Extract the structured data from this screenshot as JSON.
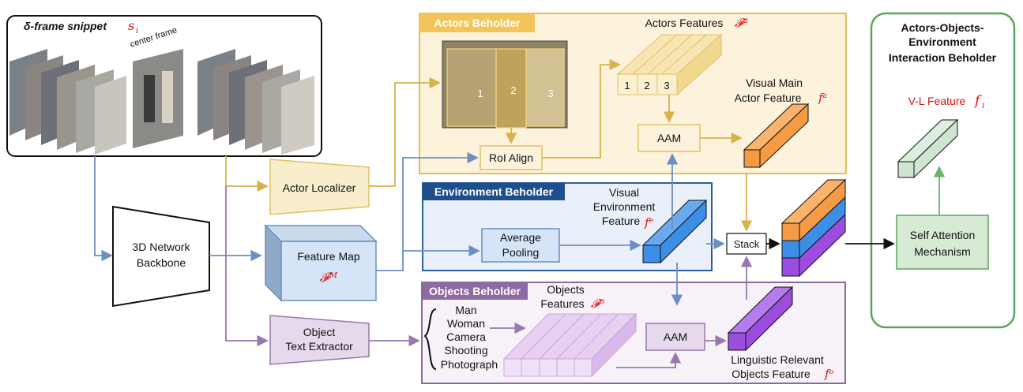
{
  "snippet": {
    "title": "δ-frame snippet",
    "symbol": "s",
    "subscript": "i",
    "center_label": "center frame"
  },
  "backbone": {
    "line1": "3D Network",
    "line2": "Backbone"
  },
  "feature_map": {
    "label": "Feature Map",
    "symbol": "𝓕ᴹ"
  },
  "actor_localizer": {
    "label": "Actor Localizer"
  },
  "object_text_extractor": {
    "line1": "Object",
    "line2": "Text Extractor"
  },
  "actors_beholder": {
    "title": "Actors Beholder",
    "features_label": "Actors Features",
    "features_symbol": "𝓕ᵃ",
    "cells": [
      "1",
      "2",
      "3"
    ],
    "frame_labels": [
      "1",
      "2",
      "3"
    ],
    "roi_align": "RoI Align",
    "aam": "AAM",
    "main_feature_line1": "Visual Main",
    "main_feature_line2": "Actor Feature",
    "main_feature_symbol": "fᵃ"
  },
  "environment_beholder": {
    "title": "Environment Beholder",
    "avg_line1": "Average",
    "avg_line2": "Pooling",
    "feature_line1": "Visual",
    "feature_line2": "Environment",
    "feature_line3": "Feature",
    "feature_symbol": "fᵉ"
  },
  "objects_beholder": {
    "title": "Objects Beholder",
    "features_line1": "Objects",
    "features_line2": "Features",
    "features_symbol": "𝓕ᵒ",
    "objects": [
      "Man",
      "Woman",
      "Camera",
      "Shooting",
      "Photograph"
    ],
    "aam": "AAM",
    "feature_line1": "Linguistic Relevant",
    "feature_line2": "Objects Feature",
    "feature_symbol": "fᵒ"
  },
  "stack": {
    "label": "Stack"
  },
  "interaction_beholder": {
    "title_line1": "Actors-Objects-",
    "title_line2": "Environment",
    "title_line3": "Interaction Beholder",
    "vl_label": "V-L Feature",
    "vl_symbol": "f",
    "vl_subscript": "i",
    "attention_line1": "Self Attention",
    "attention_line2": "Mechanism"
  },
  "colors": {
    "actors": "#e6bd55",
    "actors_fill": "#fdf3dc",
    "environment": "#2f5e9e",
    "environment_fill": "#e9f0fa",
    "objects": "#8a6a9e",
    "objects_fill": "#f7f1f8",
    "interaction": "#5aa55a",
    "orange": "#f59a45",
    "blue_feature": "#3c8ee6",
    "purple_feature": "#9b4de0",
    "green_feature": "#cfe5cf"
  }
}
